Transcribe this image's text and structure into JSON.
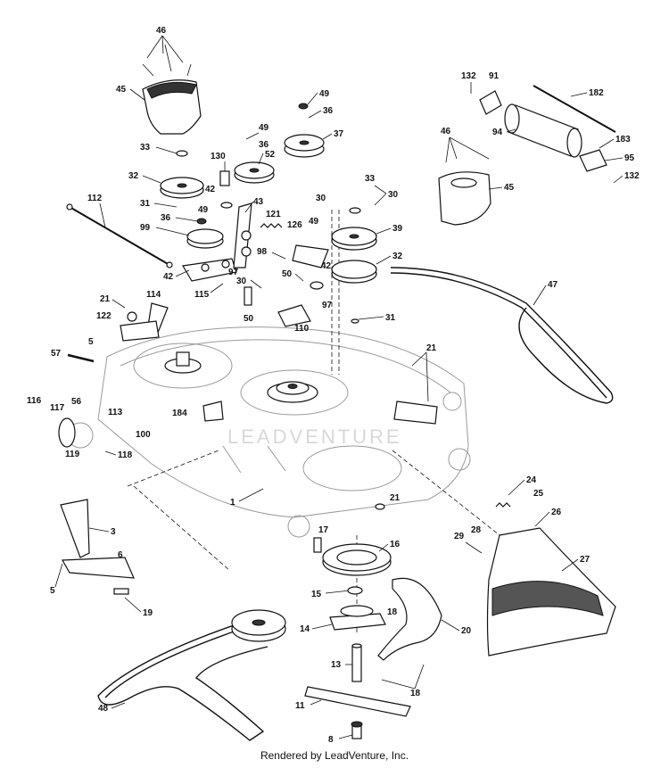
{
  "watermark": "LEADVENTURE",
  "footer": "Rendered by LeadVenture, Inc.",
  "callouts": {
    "c46a": "46",
    "c45a": "45",
    "c33a": "33",
    "c32a": "32",
    "c31a": "31",
    "c36a": "36",
    "c99": "99",
    "c112": "112",
    "c42a": "42",
    "c49a": "49",
    "c130": "130",
    "c42b": "42",
    "c49b": "49",
    "c36b": "36",
    "c52": "52",
    "c43": "43",
    "c97a": "97",
    "c115": "115",
    "c50a": "50",
    "c121": "121",
    "c98": "98",
    "c30a": "30",
    "c49c": "49",
    "c36c": "36",
    "c37": "37",
    "c126": "126",
    "c49d": "49",
    "c42c": "42",
    "c50b": "50",
    "c97b": "97",
    "c110": "110",
    "c30b": "30",
    "c33b": "33",
    "c30c": "30",
    "c39": "39",
    "c32b": "32",
    "c31b": "31",
    "c132a": "132",
    "c91": "91",
    "c182": "182",
    "c94": "94",
    "c183": "183",
    "c95": "95",
    "c132b": "132",
    "c46b": "46",
    "c45b": "45",
    "c47": "47",
    "c21a": "21",
    "c114": "114",
    "c122": "122",
    "c5a": "5",
    "c57": "57",
    "c116": "116",
    "c117": "117",
    "c56": "56",
    "c113": "113",
    "c184": "184",
    "c100": "100",
    "c119": "119",
    "c118": "118",
    "c21b": "21",
    "c1": "1",
    "c21c": "21",
    "c24": "24",
    "c25": "25",
    "c26": "26",
    "c3": "3",
    "c6": "6",
    "c5b": "5",
    "c19": "19",
    "c17": "17",
    "c16": "16",
    "c28": "28",
    "c29": "29",
    "c27": "27",
    "c15": "15",
    "c18a": "18",
    "c14": "14",
    "c20": "20",
    "c13": "13",
    "c18b": "18",
    "c48": "48",
    "c11": "11",
    "c8": "8"
  }
}
